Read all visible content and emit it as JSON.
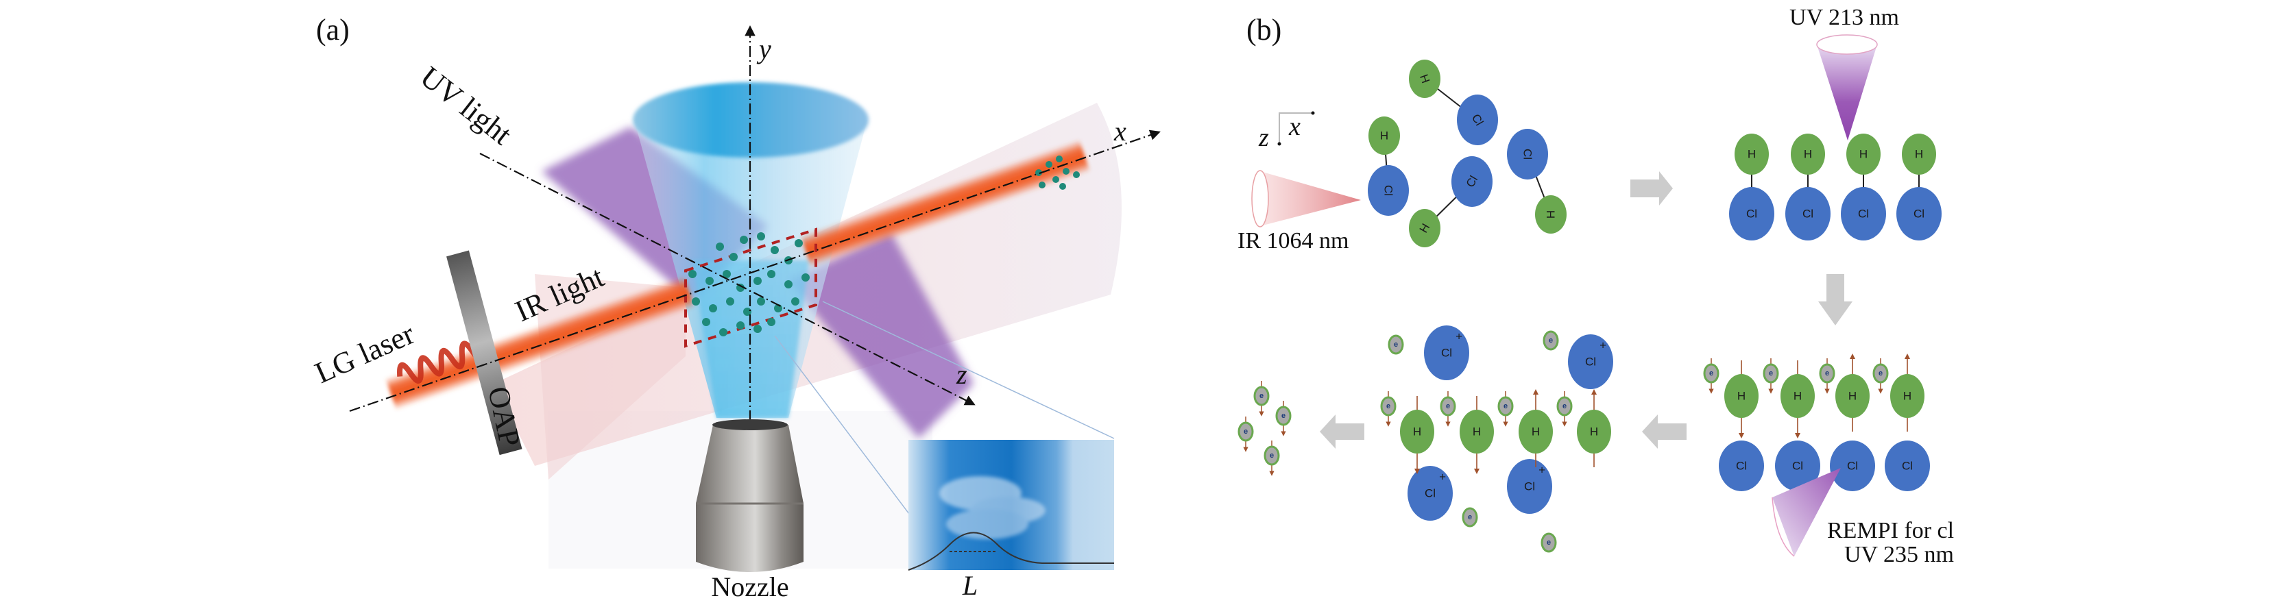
{
  "figure": {
    "panel_a": {
      "label": "(a)",
      "axes": {
        "x": "x",
        "y": "y",
        "z": "z"
      },
      "labels": {
        "uv_light": "UV light",
        "ir_light": "IR light",
        "lg_laser": "LG laser",
        "oap": "OAP",
        "nozzle": "Nozzle",
        "inset_length": "L"
      },
      "colors": {
        "ir_beam": "#f0602a",
        "ir_cone": "#e8b4b8",
        "uv_beam": "#8e5bb5",
        "gas_jet": "#2ea7df",
        "molecule": "#1f8a7a",
        "highlight_box": "#b22222"
      }
    },
    "panel_b": {
      "label": "(b)",
      "coord_axes": {
        "horizontal": "x",
        "vertical": "z"
      },
      "labels": {
        "ir_pulse": "IR 1064 nm",
        "uv_dissociation": "UV 213 nm",
        "rempi_line1": "REMPI for cl",
        "rempi_line2": "UV 235 nm"
      },
      "atoms": {
        "hydrogen": "H",
        "chlorine": "Cl",
        "chlorine_ion": "Cl",
        "ion_charge": "+",
        "electron": "e"
      },
      "steps": [
        {
          "name": "random-orientation",
          "molecule_count": 4
        },
        {
          "name": "aligned-hcl",
          "molecule_count": 4
        },
        {
          "name": "photodissociated-spin-polarized",
          "h_count": 4,
          "cl_count": 4
        },
        {
          "name": "ionized",
          "h_count": 4,
          "cl_ion_count": 4
        },
        {
          "name": "electrons",
          "electron_count": 4
        }
      ],
      "colors": {
        "hydrogen": "#6aa84f",
        "chlorine": "#4472c4",
        "electron_fill": "#a8a8a8",
        "electron_ring": "#6aa84f",
        "spin_arrow": "#a0522d",
        "process_arrow": "#c8c8c8",
        "ir_cone": "#e8959a",
        "uv_cone": "#9b59b6"
      }
    }
  }
}
